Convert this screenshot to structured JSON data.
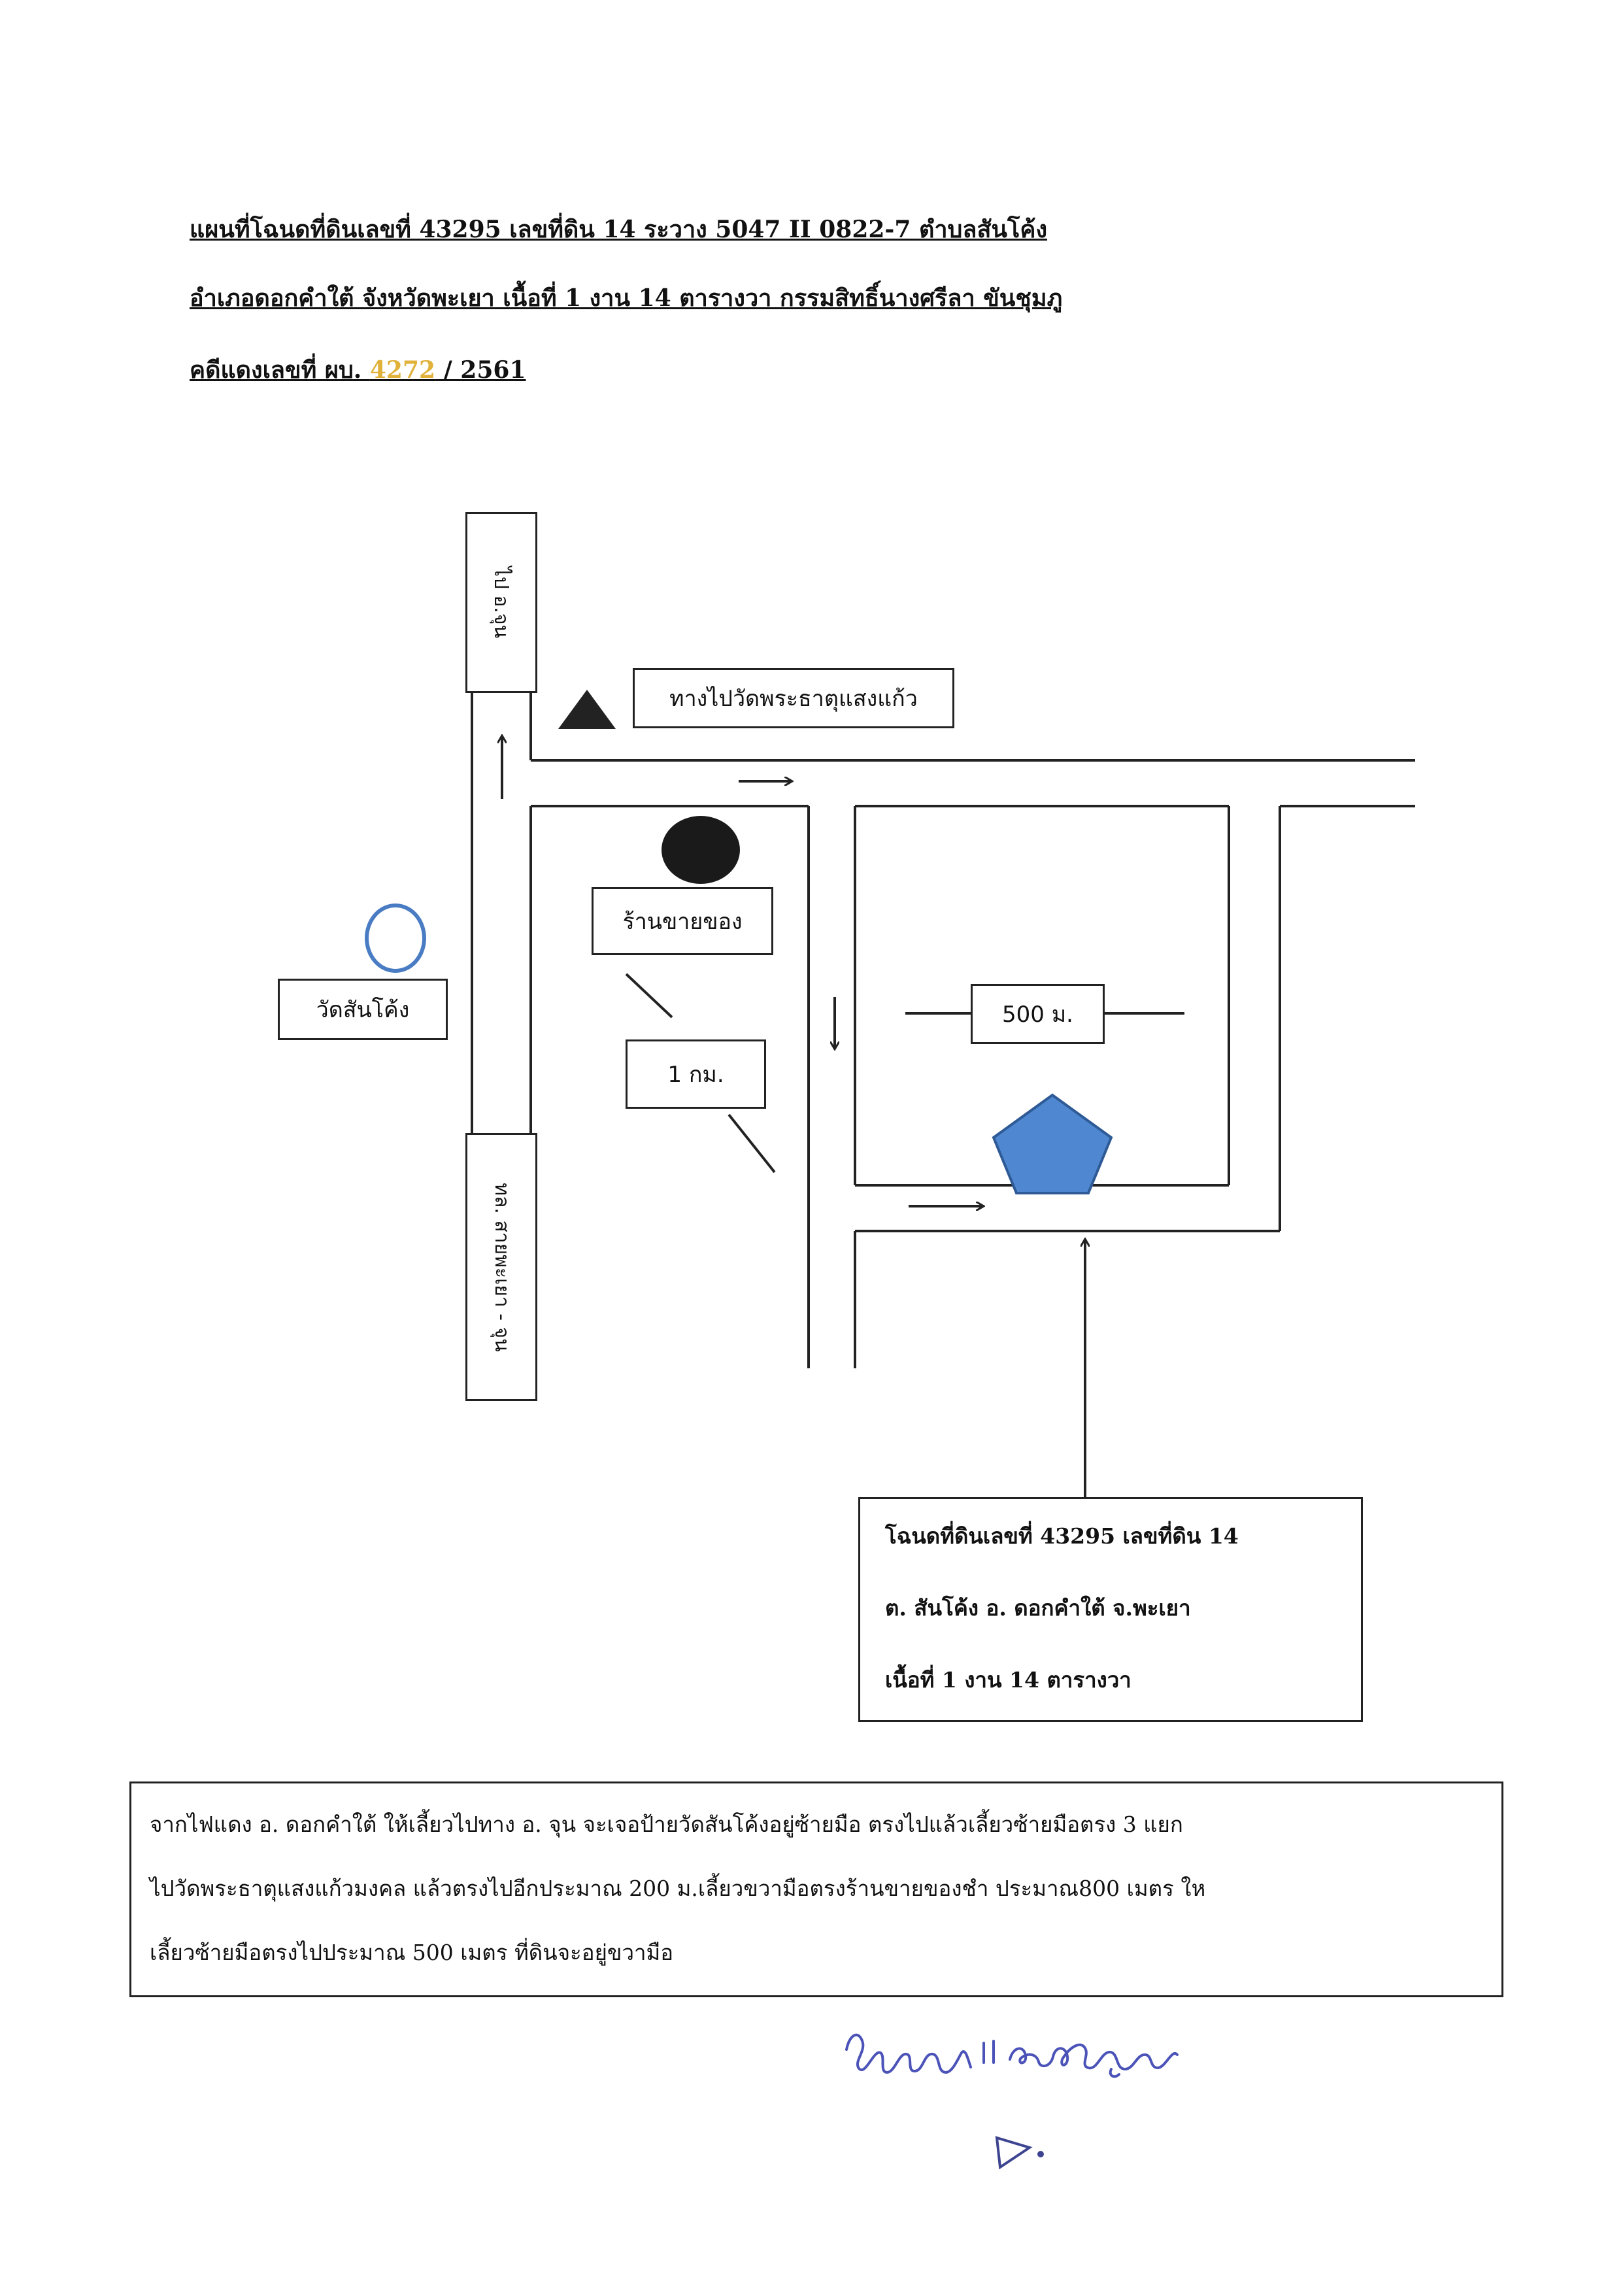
{
  "header": {
    "line1": "แผนที่โฉนดที่ดินเลขที่   43295   เลขที่ดิน  14   ระวาง  5047 II 0822-7   ตำบลสันโค้ง",
    "line2": "อำเภอดอกคำใต้  จังหวัดพะเยา    เนื้อที่  1  งาน  14   ตารางวา    กรรมสิทธิ์นางศรีลา  ขันชุมภู",
    "line3_prefix": "คดีแดงเลขที่  ผบ. ",
    "line3_number": "4272",
    "line3_suffix": " / 2561"
  },
  "map": {
    "road_top_label": "ไป อ.จุน",
    "road_bottom_label": "ทล. สายพะเยา - จุน",
    "temple_way_label": "ทางไปวัดพระธาตุแสงแก้ว",
    "shop_label": "ร้านขายของ",
    "temple_label": "วัดสันโค้ง",
    "distance_1km": "1 กม.",
    "distance_500m": "500 ม."
  },
  "deed": {
    "line1": "โฉนดที่ดินเลขที่  43295  เลขที่ดิน  14",
    "line2": "ต. สันโค้ง  อ. ดอกคำใต้  จ.พะเยา",
    "line3": "เนื้อที่  1 งาน  14  ตารางวา"
  },
  "directions": {
    "line1": "จากไฟแดง อ. ดอกคำใต้   ให้เลี้ยวไปทาง อ. จุน จะเจอป้ายวัดสันโค้งอยู่ซ้ายมือ ตรงไปแล้วเลี้ยวซ้ายมือตรง 3 แยก",
    "line2": "ไปวัดพระธาตุแสงแก้วมงคล แล้วตรงไปอีกประมาณ  200 ม.เลี้ยวขวามือตรงร้านขายของชำ ประมาณ800 เมตร ให",
    "line3": "เลี้ยวซ้ายมือตรงไปประมาณ  500 เมตร  ที่ดินจะอยู่ขวามือ"
  },
  "signature": {
    "text": "ชีวรดาชำ แดงฟักูดตอ้ง"
  },
  "colors": {
    "ink": "#222222",
    "temple_circle": "#4a7cc4",
    "land_pentagon": "#4f87d0",
    "shop_marker": "#1a1a1a",
    "signature_ink": "#4b53b8",
    "case_number": "#e0b23a"
  }
}
